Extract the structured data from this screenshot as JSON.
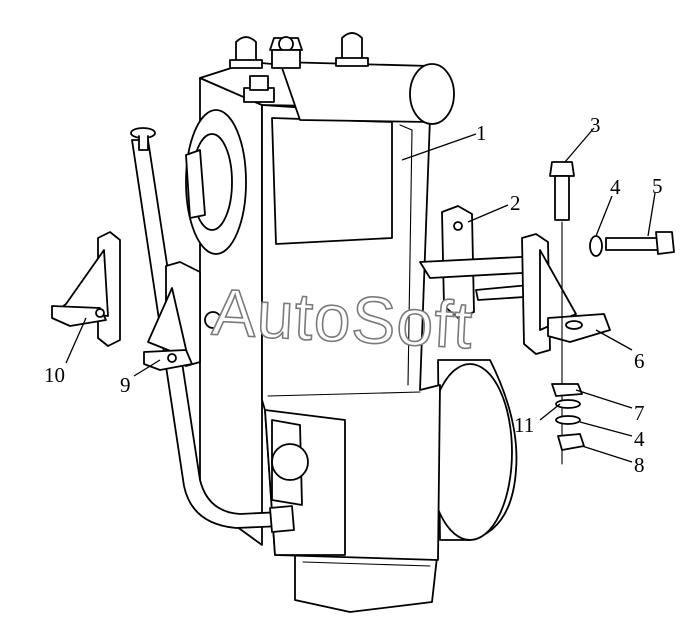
{
  "watermark": {
    "text": "AutoSoft"
  },
  "callouts": [
    "1",
    "2",
    "3",
    "4",
    "5",
    "6",
    "7",
    "11",
    "4",
    "8",
    "9",
    "10"
  ]
}
